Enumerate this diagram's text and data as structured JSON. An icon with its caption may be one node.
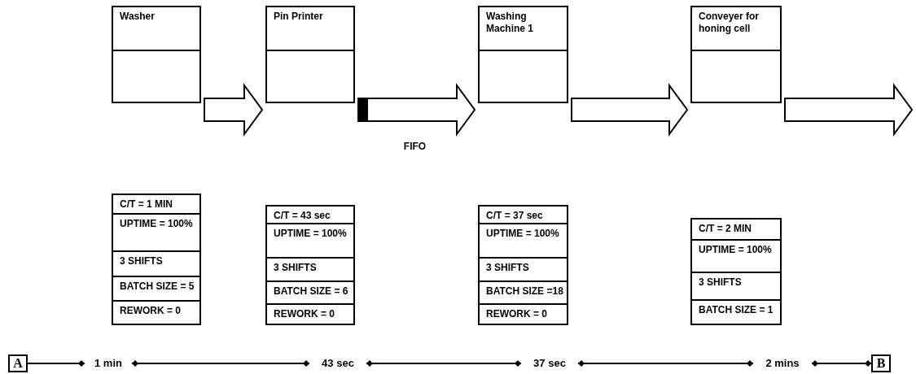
{
  "diagram": {
    "nodes": [
      {
        "text": [
          "Washer"
        ]
      },
      {
        "text": [
          "Pin Printer"
        ]
      },
      {
        "text": [
          "Washing Machine 1"
        ]
      },
      {
        "text": [
          "Conveyer for honing cell"
        ]
      },
      {
        "text": [
          "C/T = 1 MIN",
          "UPTIME = 100%",
          "3 SHIFTS",
          "BATCH SIZE = 5",
          "REWORK = 0"
        ]
      },
      {
        "text": [
          "C/T = 43 sec",
          "UPTIME = 100%",
          "3 SHIFTS",
          "BATCH SIZE = 6",
          "REWORK = 0"
        ]
      },
      {
        "text": [
          "C/T = 37 sec",
          "UPTIME = 100%",
          "3 SHIFTS",
          "BATCH SIZE =18",
          "REWORK = 0"
        ]
      },
      {
        "text": [
          "C/T = 2 MIN",
          "UPTIME = 100%",
          "3 SHIFTS",
          "BATCH SIZE = 1"
        ]
      },
      {
        "text": [
          "A"
        ]
      },
      {
        "text": [
          "1 min"
        ]
      },
      {
        "text": [
          "43 sec"
        ]
      },
      {
        "text": [
          "37 sec"
        ]
      },
      {
        "text": [
          "2 mins"
        ]
      },
      {
        "text": [
          "B"
        ]
      }
    ],
    "edges": [
      {
        "from": 0,
        "to": 1,
        "arrow": "to"
      },
      {
        "from": 1,
        "to": 2,
        "arrow": "to",
        "label": "FIFO"
      },
      {
        "from": 2,
        "to": 3,
        "arrow": "to"
      },
      {
        "from": 3,
        "to": null,
        "arrow": "to"
      },
      {
        "from": 8,
        "to": 9,
        "arrow": "other"
      },
      {
        "from": 9,
        "to": 10,
        "arrow": "other"
      },
      {
        "from": 10,
        "to": 11,
        "arrow": "other"
      },
      {
        "from": 11,
        "to": 12,
        "arrow": "other"
      },
      {
        "from": 12,
        "to": 13,
        "arrow": "other"
      }
    ]
  }
}
